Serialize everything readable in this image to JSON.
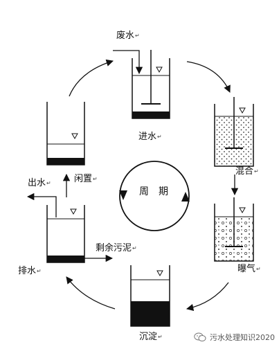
{
  "labels": {
    "inflow": "废水",
    "fill": "进水",
    "mix": "混合",
    "aerate": "曝气",
    "settle": "沉淀",
    "drain": "排水",
    "sludge": "剩余污泥",
    "idle": "闲置",
    "outflow": "出水",
    "cycle": "周　期"
  },
  "paragraph_mark": "↵",
  "watermark": {
    "text": "污水处理知识2020",
    "icon": "wechat-bubble-icon"
  }
}
